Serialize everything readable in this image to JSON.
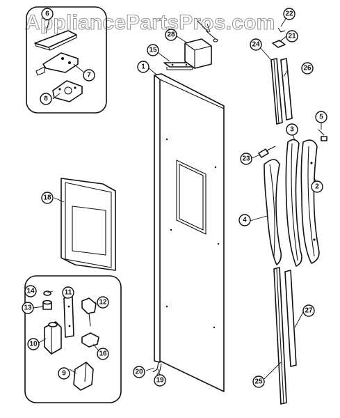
{
  "watermark": "AppliancePartsPros.com",
  "callouts": {
    "c1": "1",
    "c2": "2",
    "c3": "3",
    "c4": "4",
    "c5": "5",
    "c6": "6",
    "c7": "7",
    "c8": "8",
    "c9": "9",
    "c10": "10",
    "c11": "11",
    "c12": "12",
    "c13": "13",
    "c14": "14",
    "c15": "15",
    "c16": "16",
    "c19": "19",
    "c20": "20",
    "c21": "21",
    "c22": "22",
    "c23": "23",
    "c24": "24",
    "c25": "25",
    "c26": "26",
    "c27": "27",
    "c28": "28",
    "c18": "18"
  },
  "colors": {
    "line": "#111111",
    "watermark": "#9a9a9a",
    "background": "#ffffff"
  }
}
